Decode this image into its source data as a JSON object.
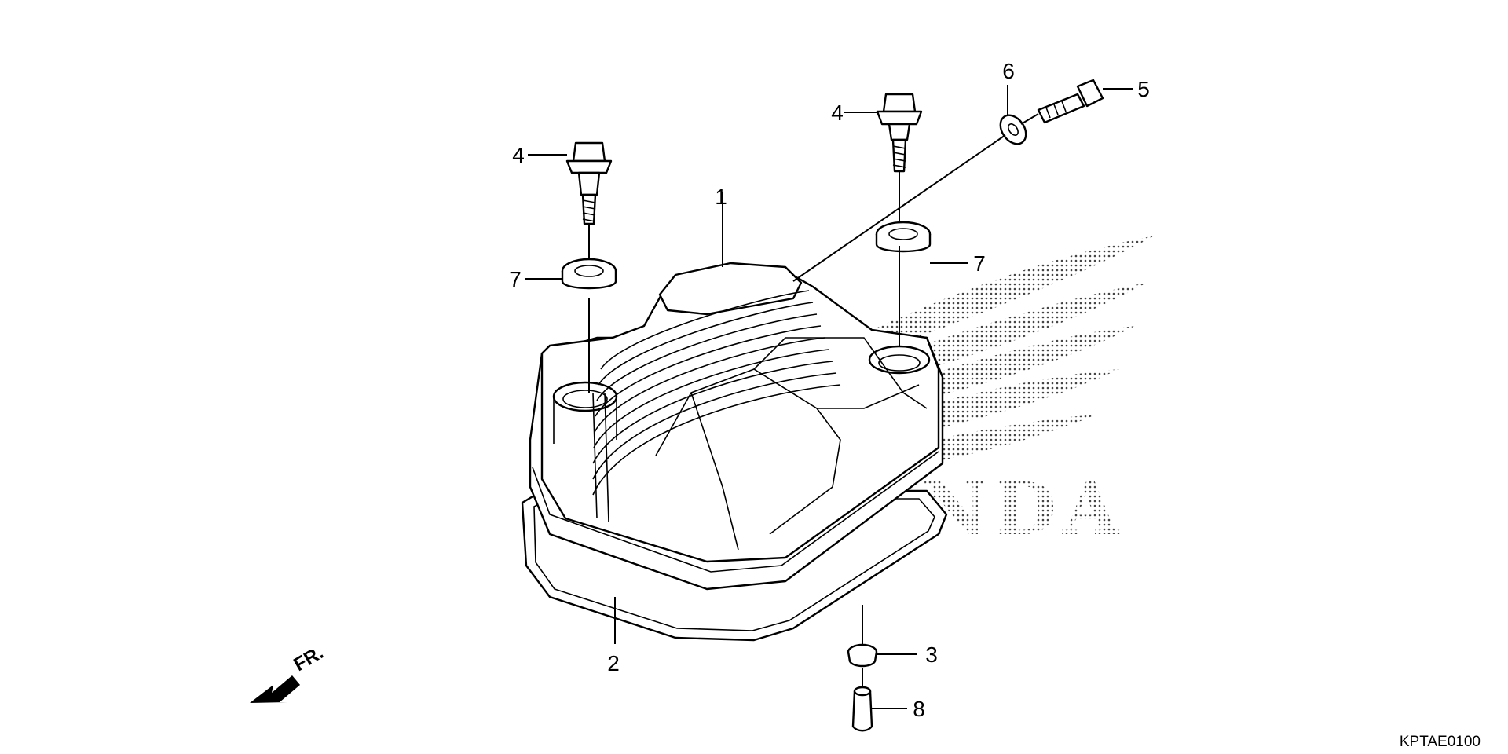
{
  "diagram": {
    "watermark_text": "HONDA",
    "diagram_code": "KPTAE0100",
    "front_indicator": "FR.",
    "callouts": [
      {
        "id": "c1",
        "number": "1"
      },
      {
        "id": "c2",
        "number": "2"
      },
      {
        "id": "c3",
        "number": "3"
      },
      {
        "id": "c4a",
        "number": "4"
      },
      {
        "id": "c4b",
        "number": "4"
      },
      {
        "id": "c5",
        "number": "5"
      },
      {
        "id": "c6",
        "number": "6"
      },
      {
        "id": "c7a",
        "number": "7"
      },
      {
        "id": "c7b",
        "number": "7"
      },
      {
        "id": "c8",
        "number": "8"
      }
    ]
  }
}
